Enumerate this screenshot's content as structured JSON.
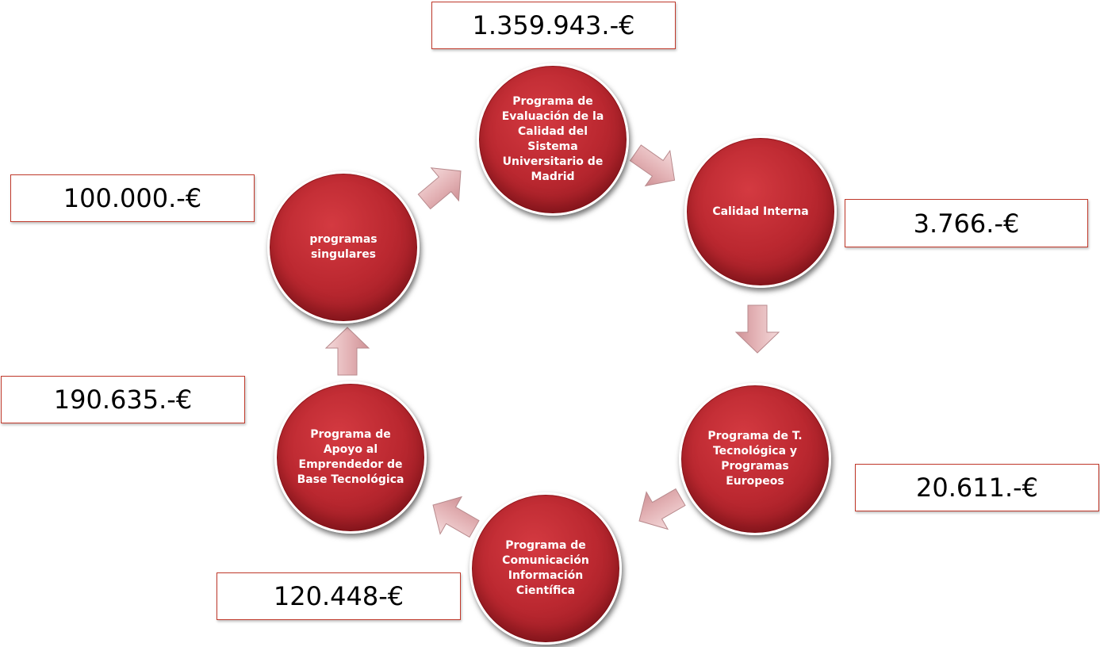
{
  "colors": {
    "node_fill": "#bb2830",
    "node_text": "#ffffff",
    "arrow_fill": "#e6b9bb",
    "box_border": "#c0392b",
    "amount_text": "#000000"
  },
  "nodes": [
    {
      "id": "evaluacion",
      "label": "Programa de Evaluación de la Calidad del Sistema Universitario de Madrid"
    },
    {
      "id": "calidad-interna",
      "label": "Calidad Interna"
    },
    {
      "id": "transferencia",
      "label": "Programa de T. Tecnológica y Programas Europeos"
    },
    {
      "id": "comunicacion",
      "label": "Programa de Comunicación Información Científica"
    },
    {
      "id": "emprendedor",
      "label": "Programa de Apoyo al Emprendedor de Base Tecnológica"
    },
    {
      "id": "singulares",
      "label": "programas singulares"
    }
  ],
  "amounts": [
    {
      "node": "evaluacion",
      "value": "1.359.943.-€"
    },
    {
      "node": "calidad-interna",
      "value": "3.766.-€"
    },
    {
      "node": "transferencia",
      "value": "20.611.-€"
    },
    {
      "node": "comunicacion",
      "value": "120.448-€"
    },
    {
      "node": "emprendedor",
      "value": "190.635.-€"
    },
    {
      "node": "singulares",
      "value": "100.000.-€"
    }
  ],
  "arrows": [
    {
      "from": "evaluacion",
      "to": "calidad-interna",
      "icon": "arrow-right-down-icon"
    },
    {
      "from": "calidad-interna",
      "to": "transferencia",
      "icon": "arrow-down-icon"
    },
    {
      "from": "transferencia",
      "to": "comunicacion",
      "icon": "arrow-left-down-icon"
    },
    {
      "from": "comunicacion",
      "to": "emprendedor",
      "icon": "arrow-left-up-icon"
    },
    {
      "from": "emprendedor",
      "to": "singulares",
      "icon": "arrow-up-icon"
    },
    {
      "from": "singulares",
      "to": "evaluacion",
      "icon": "arrow-right-up-icon"
    }
  ]
}
